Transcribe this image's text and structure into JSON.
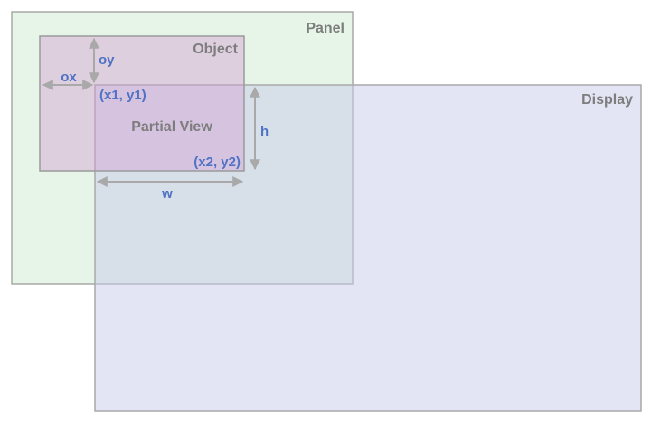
{
  "colors": {
    "panel_fill": "#d2ecd4",
    "panel_stroke": "#a9a9a9",
    "display_fill": "#c8cceb",
    "display_stroke": "#a9a9a9",
    "object_fill": "#d39ad5",
    "object_stroke": "#9a9a9a",
    "box_label": "#7d7d7d",
    "dimension_label": "#4f72c4",
    "arrow": "#a9a9a9"
  },
  "boxes": {
    "panel": "Panel",
    "display": "Display",
    "object": "Object",
    "partial_view": "Partial View"
  },
  "annotations": {
    "ox": "ox",
    "oy": "oy",
    "top_left": "(x1, y1)",
    "bottom_right": "(x2, y2)",
    "width": "w",
    "height": "h"
  }
}
